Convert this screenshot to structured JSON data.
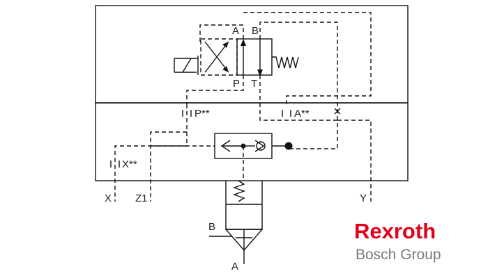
{
  "labels": {
    "port_a_top": "A",
    "port_b_top": "B",
    "port_p": "P",
    "port_t": "T",
    "port_p_star": "P**",
    "port_a_star": "A**",
    "port_x_star": "X**",
    "port_x": "X",
    "port_z1": "Z1",
    "port_y": "Y",
    "port_b_bottom": "B",
    "port_a_bottom": "A"
  },
  "brand": {
    "name": "Rexroth",
    "group": "Bosch Group",
    "name_color": "#e2001a",
    "group_color": "#7a7a7a"
  }
}
